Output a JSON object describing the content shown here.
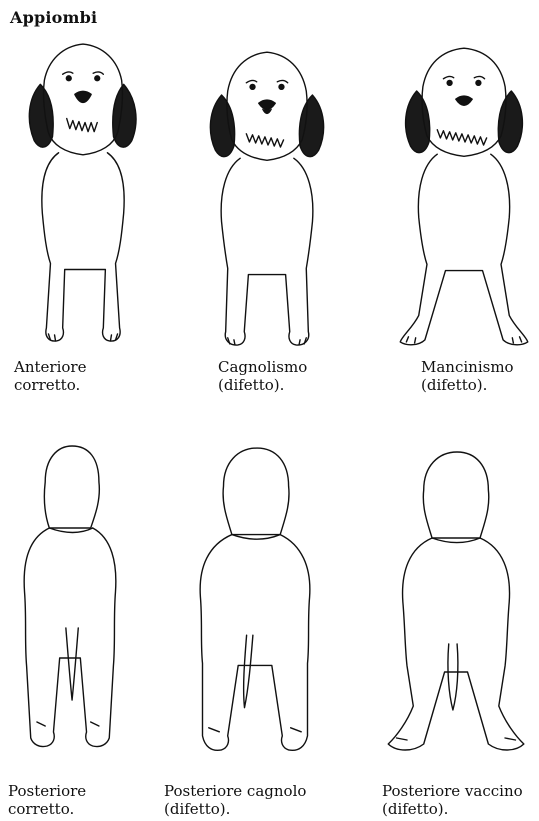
{
  "title": "Appiombi",
  "front_row": [
    {
      "line1": "Anteriore",
      "line2": "corretto."
    },
    {
      "line1": "Cagnolismo",
      "line2": "(difetto)."
    },
    {
      "line1": "Mancinismo",
      "line2": "(difetto)."
    }
  ],
  "rear_row": [
    {
      "line1": "Posteriore",
      "line2": "corretto."
    },
    {
      "line1": "Posteriore cagnolo",
      "line2": "(difetto)."
    },
    {
      "line1": "Posteriore vaccino",
      "line2": "(difetto)."
    }
  ],
  "colors": {
    "ink": "#111111",
    "ears": "#1a1a1a",
    "background": "#ffffff"
  }
}
